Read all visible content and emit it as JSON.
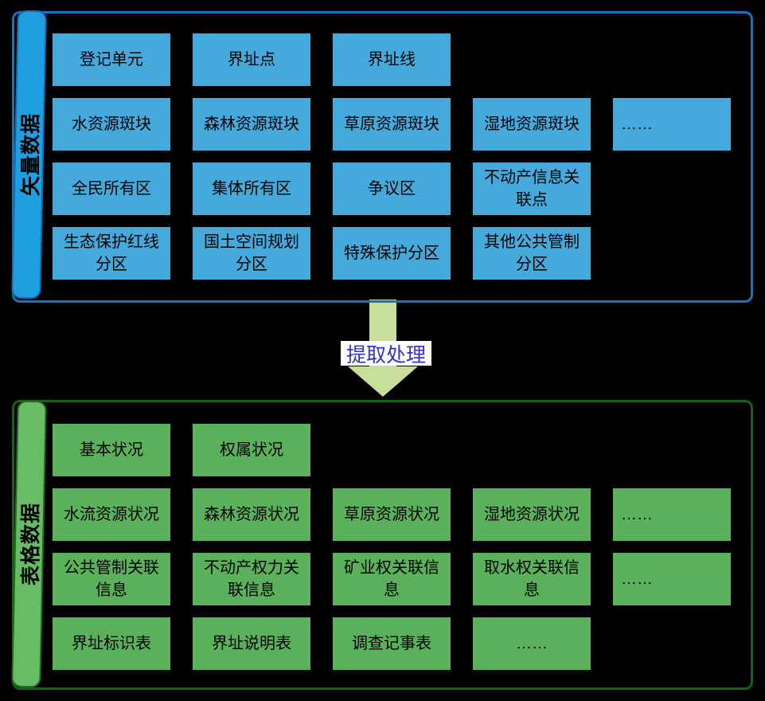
{
  "colors": {
    "page-bg": "#000000",
    "vector-border": "#1473BE",
    "vector-box": "#45A9DC",
    "vector-sidebar": "#1F9FE0",
    "vector-sidebar-border": "#1070B4",
    "table-border": "#176117",
    "table-box": "#5BB15B",
    "table-sidebar": "#68BC66",
    "table-sidebar-border": "#1E6E1E",
    "arrow-fill": "#C8DF9C",
    "arrow-label-bg": "#FFFFFF",
    "arrow-label-text": "#3333CC",
    "box-text": "#000000"
  },
  "arrow": {
    "label": "提取处理"
  },
  "vector_section": {
    "sidebar_label": "矢量数据",
    "rows": [
      {
        "boxes": [
          {
            "label": "登记单元"
          },
          {
            "label": "界址点"
          },
          {
            "label": "界址线"
          }
        ]
      },
      {
        "boxes": [
          {
            "label": "水资源斑块"
          },
          {
            "label": "森林资源斑块"
          },
          {
            "label": "草原资源斑块"
          },
          {
            "label": "湿地资源斑块"
          },
          {
            "label": "……"
          }
        ]
      },
      {
        "boxes": [
          {
            "label": "全民所有区"
          },
          {
            "label": "集体所有区"
          },
          {
            "label": "争议区"
          },
          {
            "label": "不动产信息关\n联点"
          }
        ]
      },
      {
        "boxes": [
          {
            "label": "生态保护红线\n分区"
          },
          {
            "label": "国土空间规划\n分区"
          },
          {
            "label": "特殊保护分区"
          },
          {
            "label": "其他公共管制\n分区"
          }
        ]
      }
    ]
  },
  "table_section": {
    "sidebar_label": "表格数据",
    "rows": [
      {
        "boxes": [
          {
            "label": "基本状况"
          },
          {
            "label": "权属状况"
          }
        ]
      },
      {
        "boxes": [
          {
            "label": "水流资源状况"
          },
          {
            "label": "森林资源状况"
          },
          {
            "label": "草原资源状况"
          },
          {
            "label": "湿地资源状况"
          },
          {
            "label": "……"
          }
        ]
      },
      {
        "boxes": [
          {
            "label": "公共管制关联\n信息"
          },
          {
            "label": "不动产权力关\n联信息"
          },
          {
            "label": "矿业权关联信\n息"
          },
          {
            "label": "取水权关联信\n息"
          },
          {
            "label": "……"
          }
        ]
      },
      {
        "boxes": [
          {
            "label": "界址标识表"
          },
          {
            "label": "界址说明表"
          },
          {
            "label": "调查记事表"
          },
          {
            "label": "……"
          }
        ]
      }
    ]
  }
}
